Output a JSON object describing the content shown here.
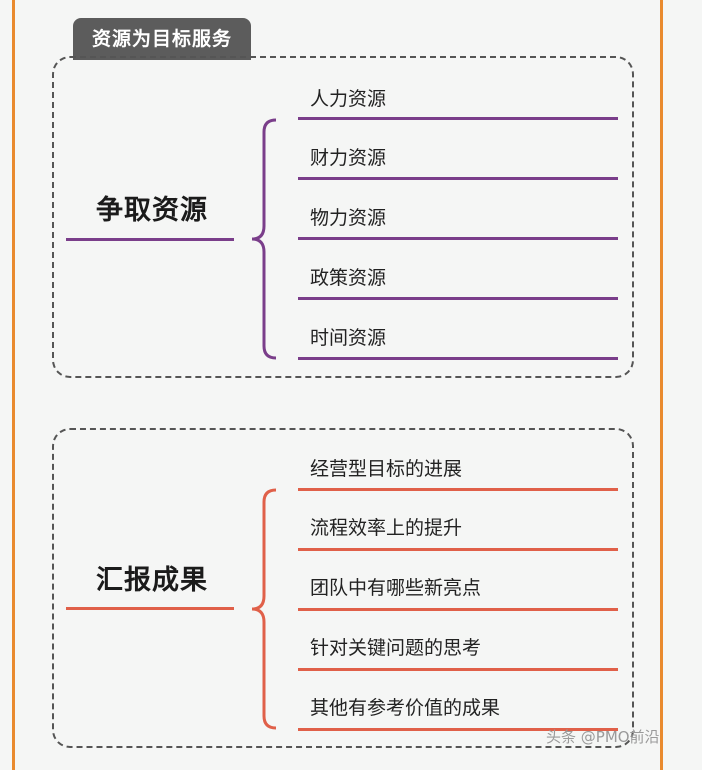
{
  "tag_label": "资源为目标服务",
  "section1": {
    "heading": "争取资源",
    "items": [
      "人力资源",
      "财力资源",
      "物力资源",
      "政策资源",
      "时间资源"
    ],
    "color": "#7a3e8a"
  },
  "section2": {
    "heading": "汇报成果",
    "items": [
      "经营型目标的进展",
      "流程效率上的提升",
      "团队中有哪些新亮点",
      "针对关键问题的思考",
      "其他有参考价值的成果"
    ],
    "color": "#e06049"
  },
  "watermark": "头条 @PMO前沿"
}
